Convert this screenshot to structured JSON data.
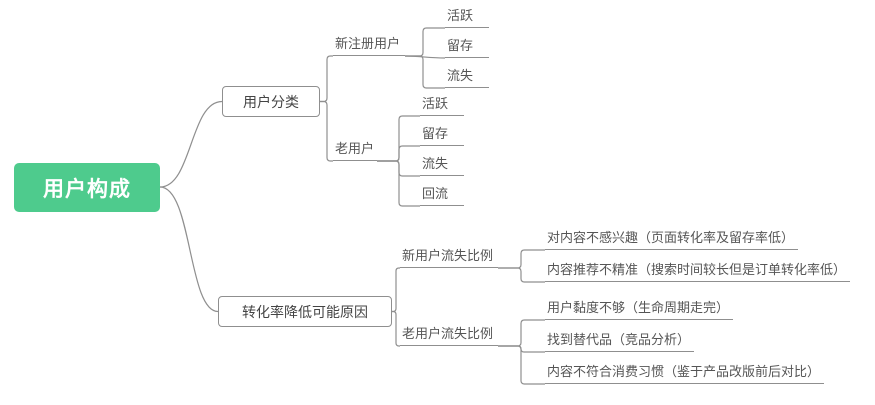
{
  "colors": {
    "root_bg": "#4ECB8D",
    "root_text": "#ffffff",
    "line": "#8f8f8f",
    "box_border": "#8f8f8f",
    "text": "#555555"
  },
  "mindmap": {
    "root": {
      "label": "用户构成"
    },
    "branches": [
      {
        "label": "用户分类",
        "children": [
          {
            "label": "新注册用户",
            "children": [
              {
                "label": "活跃"
              },
              {
                "label": "留存"
              },
              {
                "label": "流失"
              }
            ]
          },
          {
            "label": "老用户",
            "children": [
              {
                "label": "活跃"
              },
              {
                "label": "留存"
              },
              {
                "label": "流失"
              },
              {
                "label": "回流"
              }
            ]
          }
        ]
      },
      {
        "label": "转化率降低可能原因",
        "children": [
          {
            "label": "新用户流失比例",
            "children": [
              {
                "label": "对内容不感兴趣（页面转化率及留存率低）"
              },
              {
                "label": "内容推荐不精准（搜索时间较长但是订单转化率低）"
              }
            ]
          },
          {
            "label": "老用户流失比例",
            "children": [
              {
                "label": "用户黏度不够（生命周期走完）"
              },
              {
                "label": "找到替代品（竞品分析）"
              },
              {
                "label": "内容不符合消费习惯（鉴于产品改版前后对比）"
              }
            ]
          }
        ]
      }
    ]
  }
}
